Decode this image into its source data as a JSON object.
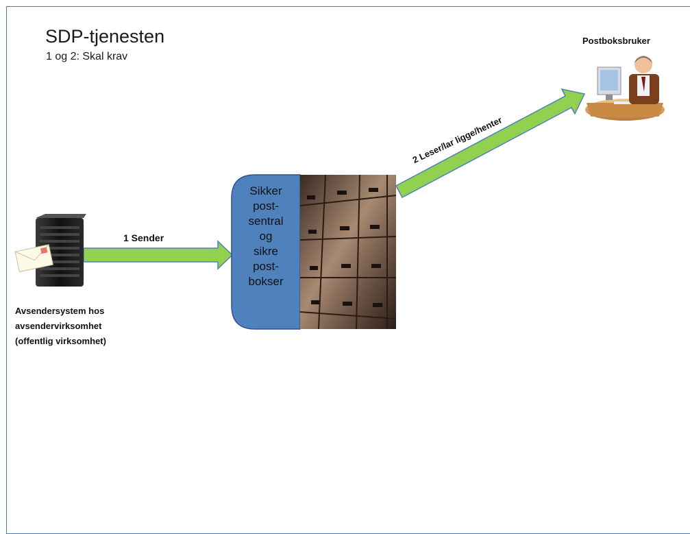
{
  "title": "SDP-tjenesten",
  "subtitle": "1 og 2: Skal krav",
  "user_label": "Postboksbruker",
  "sender_system_label": [
    "Avsendersystem hos",
    "avsendervirksomhet",
    "(offentlig virksomhet)"
  ],
  "arrow1_label": "1 Sender",
  "arrow2_label": "2 Leser/lar ligge/henter",
  "central_box_lines": [
    "Sikker",
    "post-",
    "sentral",
    "og",
    "sikre",
    "post-",
    "bokser"
  ],
  "colors": {
    "frame": "#4a7bb7",
    "box_fill": "#4f81bd",
    "arrow_fill": "#92d050",
    "arrow_edge": "#4f81bd"
  },
  "icons": [
    "server-with-letter-icon",
    "postbox-wall-image",
    "computer-user-icon"
  ]
}
